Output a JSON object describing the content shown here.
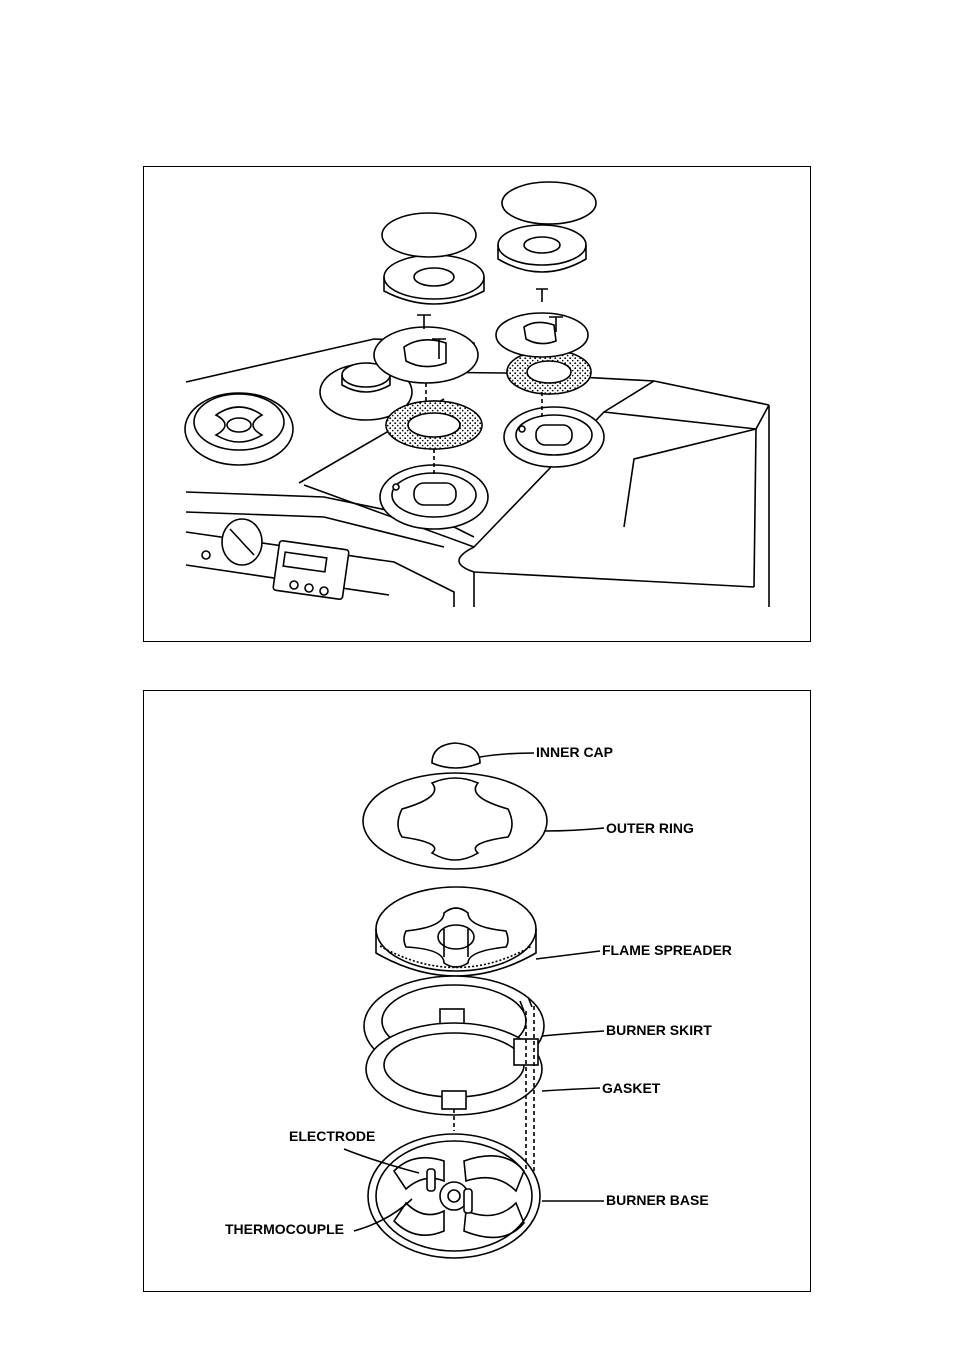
{
  "diagram_bottom": {
    "labels": {
      "inner_cap": "INNER CAP",
      "outer_ring": "OUTER RING",
      "flame_spreader": "FLAME SPREADER",
      "burner_skirt": "BURNER SKIRT",
      "gasket": "GASKET",
      "electrode": "ELECTRODE",
      "thermocouple": "THERMOCOUPLE",
      "burner_base": "BURNER BASE"
    }
  }
}
